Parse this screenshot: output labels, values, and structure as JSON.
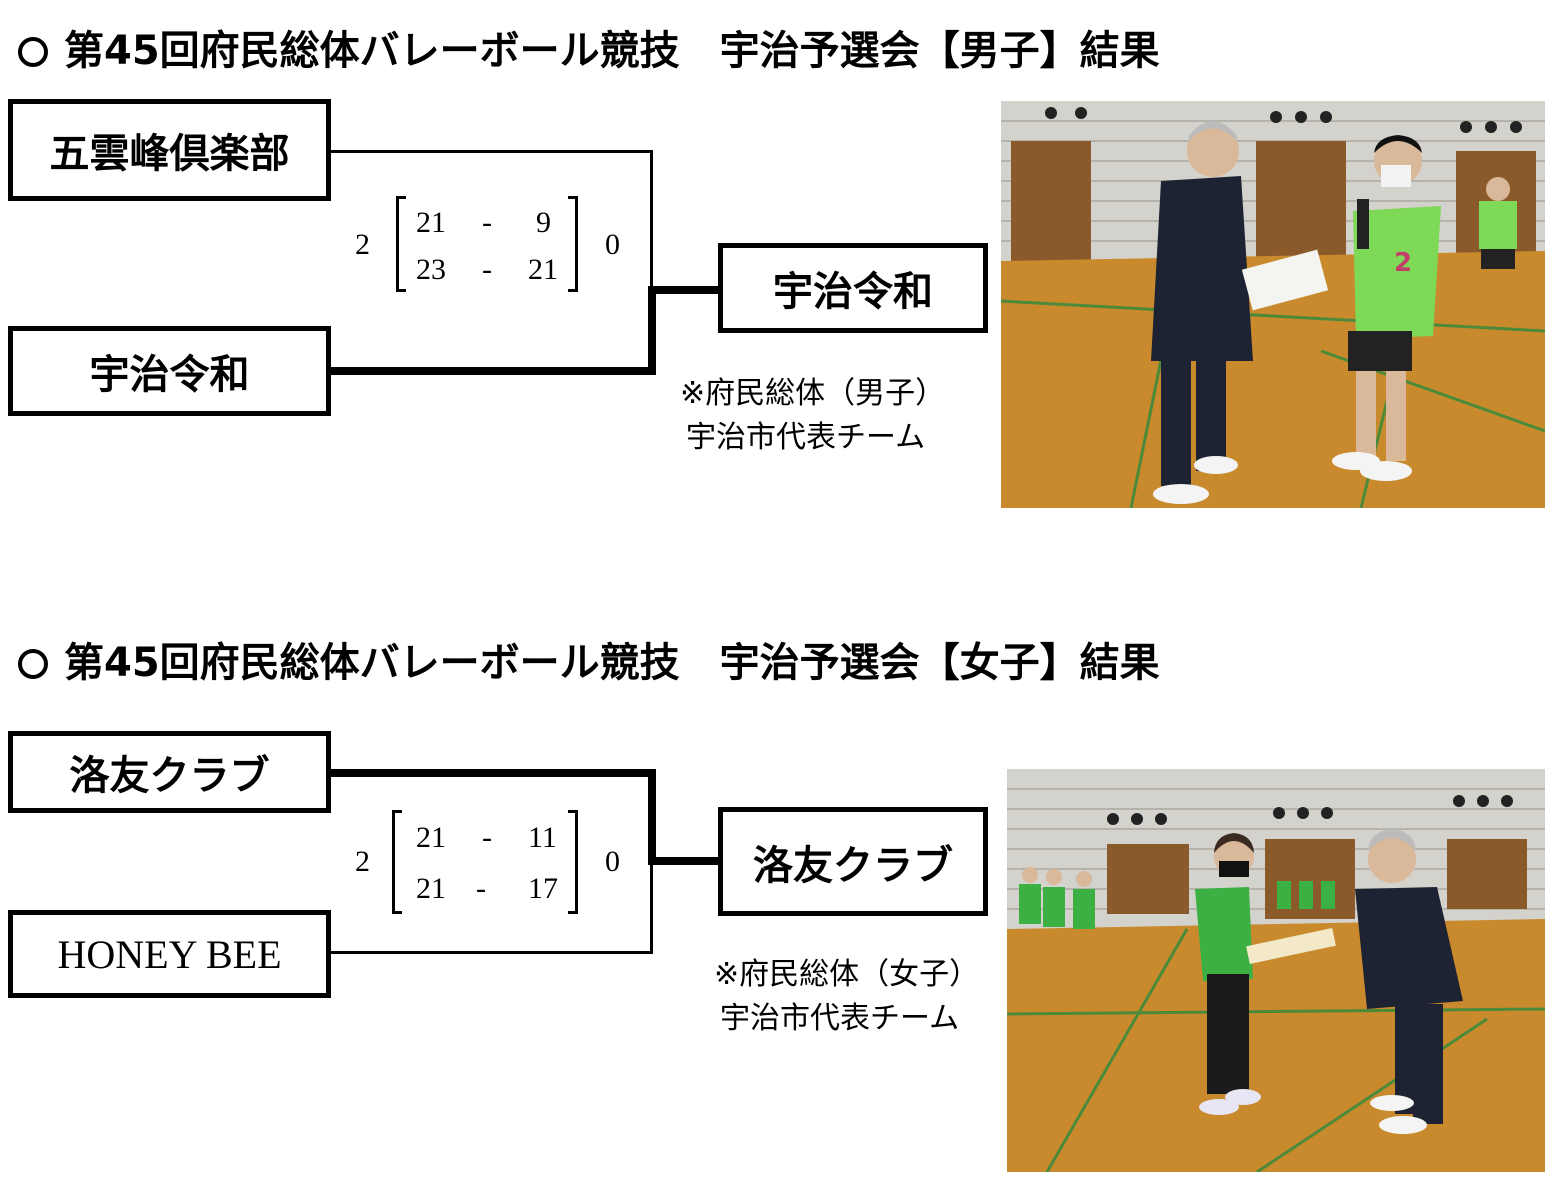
{
  "men": {
    "title": "第45回府民総体バレーボール競技　宇治予選会【男子】結果",
    "team_top": "五雲峰倶楽部",
    "team_bottom": "宇治令和",
    "winner": "宇治令和",
    "sets_left": "2",
    "sets_right": "0",
    "set1": {
      "a": "21",
      "dash": "-",
      "b": "9"
    },
    "set2": {
      "a": "23",
      "dash": "-",
      "b": "21"
    },
    "note_line1": "※府民総体（男子）",
    "note_line2": "宇治市代表チーム"
  },
  "women": {
    "title": "第45回府民総体バレーボール競技　宇治予選会【女子】結果",
    "team_top": "洛友クラブ",
    "team_bottom": "HONEY BEE",
    "winner": "洛友クラブ",
    "sets_left": "2",
    "sets_right": "0",
    "set1": {
      "a": "21",
      "dash": "-",
      "b": "11"
    },
    "set2": {
      "a": "21",
      "dash": "-",
      "b": "17"
    },
    "note_line1": "※府民総体（女子）",
    "note_line2": "宇治市代表チーム"
  },
  "colors": {
    "floor": "#c98a2e",
    "wall": "#cfcfcf",
    "jersey_green": "#7ed957",
    "suit": "#1e2333"
  }
}
